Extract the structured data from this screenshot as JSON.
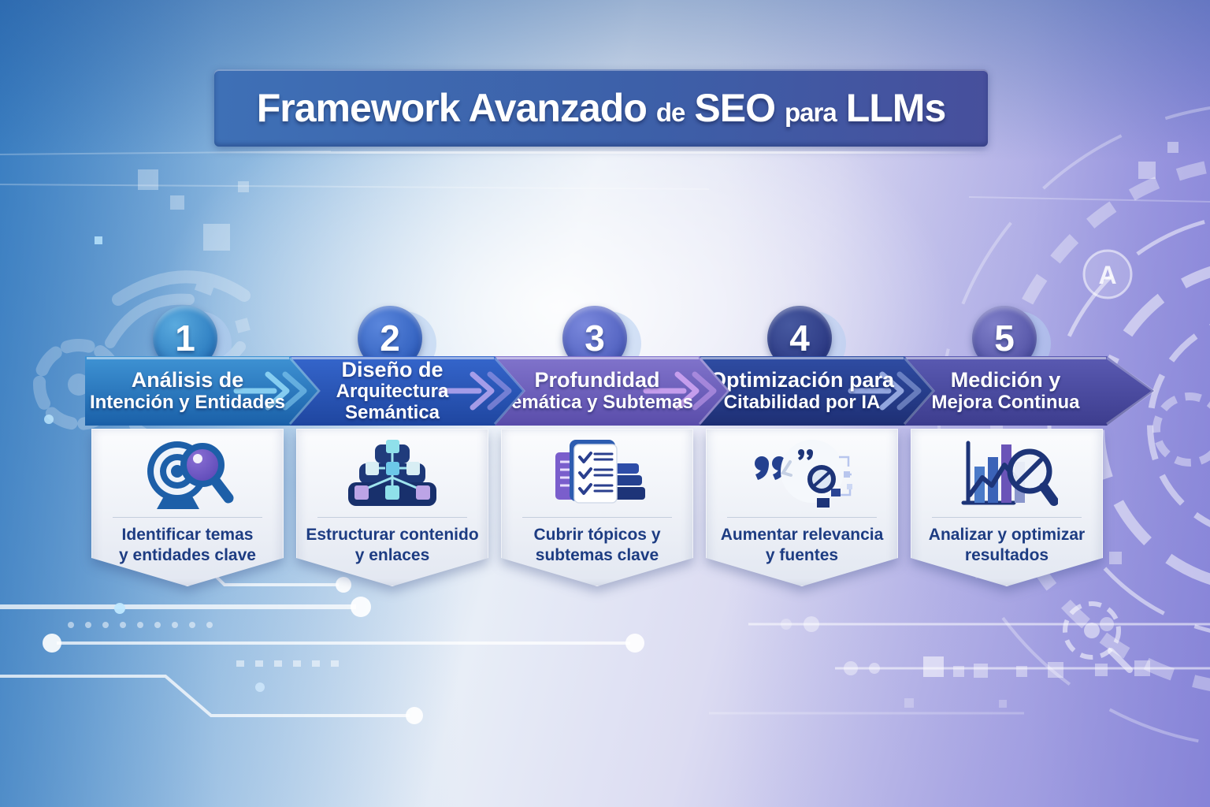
{
  "title": {
    "segments": [
      {
        "text": "Framework Avanzado"
      },
      {
        "text": "de"
      },
      {
        "text": "SEO"
      },
      {
        "text": "para"
      },
      {
        "text": "LLMs"
      }
    ]
  },
  "theme": {
    "banner_color": "#3f63ac",
    "background_left": "#3a7cc0",
    "background_right": "#9390da",
    "card_color": "#f2f4f9",
    "desc_text_color": "#1d3c82"
  },
  "steps": [
    {
      "number": "1",
      "title_line1": "Análisis de",
      "title_line2": "Intención y Entidades",
      "desc_line1": "Identificar temas",
      "desc_line2": "y entidades clave",
      "icon": "target-search-icon",
      "band_color": "#1f6fb8",
      "circle_color": "#1d7ac2",
      "arrow_color": "#8fd6f6"
    },
    {
      "number": "2",
      "title_line1": "Diseño de",
      "title_line2": "Arquitectura Semántica",
      "desc_line1": "Estructurar contenido",
      "desc_line2": "y enlaces",
      "icon": "sitemap-icon",
      "band_color": "#2a55b4",
      "circle_color": "#2a62c6",
      "arrow_color": "#b2a4ee"
    },
    {
      "number": "3",
      "title_line1": "Profundidad",
      "title_line2": "Temática y Subtemas",
      "desc_line1": "Cubrir tópicos y",
      "desc_line2": "subtemas clave",
      "icon": "checklist-docs-icon",
      "band_color": "#6f63c0",
      "circle_color": "#4a60c2",
      "arrow_color": "#cfa4f2"
    },
    {
      "number": "4",
      "title_line1": "Optimización para",
      "title_line2": "Citabilidad por IA",
      "desc_line1": "Aumentar relevancia",
      "desc_line2": "y fuentes",
      "icon": "ai-citation-icon",
      "band_color": "#27418e",
      "circle_color": "#2b3e8e",
      "arrow_color": "#9fb2e8"
    },
    {
      "number": "5",
      "title_line1": "Medición y",
      "title_line2": "Mejora Continua",
      "desc_line1": "Analizar y optimizar",
      "desc_line2": "resultados",
      "icon": "chart-magnifier-icon",
      "band_color": "#4c4c9e",
      "circle_color": "#5352a8",
      "arrow_color": ""
    }
  ],
  "decor": {
    "badge_letter": "A"
  }
}
